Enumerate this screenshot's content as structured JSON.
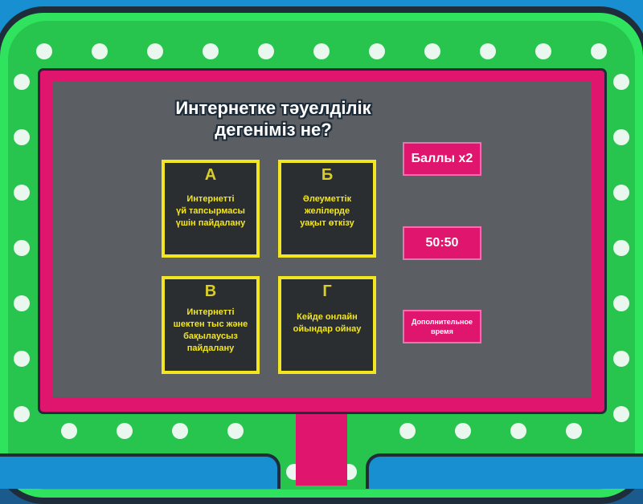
{
  "question": {
    "line1": "Интернетке тәуелділік",
    "line2": "дегеніміз не?"
  },
  "answers": [
    {
      "letter": "А",
      "lines": [
        "Интернетті",
        "үй тапсырмасы",
        "үшін пайдалану"
      ]
    },
    {
      "letter": "Б",
      "lines": [
        "Әлеуметтік",
        "желілерде",
        "уақыт өткізу"
      ]
    },
    {
      "letter": "В",
      "lines": [
        "Интернетті",
        "шектен тыс және",
        "бақылаусыз",
        "пайдалану"
      ]
    },
    {
      "letter": "Г",
      "lines": [
        "Кейде онлайн",
        "ойындар ойнау"
      ]
    }
  ],
  "powerups": {
    "double_points": "Баллы х2",
    "fifty_fifty": "50:50",
    "extra_time_line1": "Дополнительное",
    "extra_time_line2": "время"
  },
  "colors": {
    "frame_green": "#2fe35e",
    "frame_pink": "#e0156d",
    "screen_gray": "#5b5f63",
    "card_yellow": "#f2e622"
  }
}
